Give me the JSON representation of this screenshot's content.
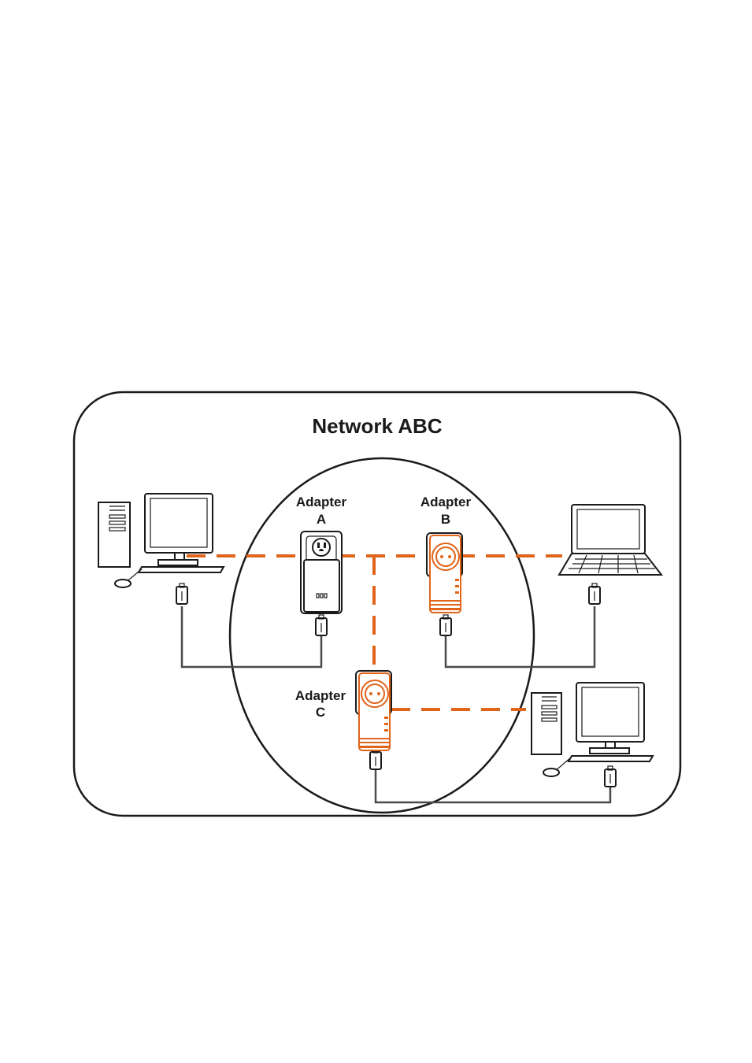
{
  "title": "Network ABC",
  "adapters": [
    {
      "id": "A",
      "line1": "Adapter",
      "line2": "A"
    },
    {
      "id": "B",
      "line1": "Adapter",
      "line2": "B"
    },
    {
      "id": "C",
      "line1": "Adapter",
      "line2": "C"
    }
  ],
  "colors": {
    "powerline": "#e0641a",
    "ethernet": "#4a4a4a",
    "outline": "#1a1a1a"
  },
  "devices": [
    "desktop-computer",
    "laptop-computer",
    "desktop-computer"
  ]
}
